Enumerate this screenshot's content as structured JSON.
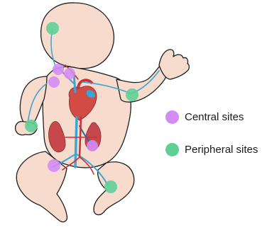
{
  "legend": {
    "central_label": "Central sites",
    "peripheral_label": "Peripheral sites"
  },
  "colors": {
    "skin": "#f7dcce",
    "outline": "#1e1e1e",
    "vein": "#3ba6d2",
    "vein_dark": "#1f6fa6",
    "artery": "#c9303a",
    "heart": "#d24b45",
    "kidney": "#c6484c",
    "central": "#d38cf6",
    "peripheral": "#5fcf96"
  },
  "sites": {
    "central": [
      "neck-right",
      "neck-left",
      "upper-chest",
      "umbilical",
      "femoral"
    ],
    "peripheral": [
      "scalp",
      "right-arm",
      "right-hand",
      "right-foot"
    ]
  }
}
